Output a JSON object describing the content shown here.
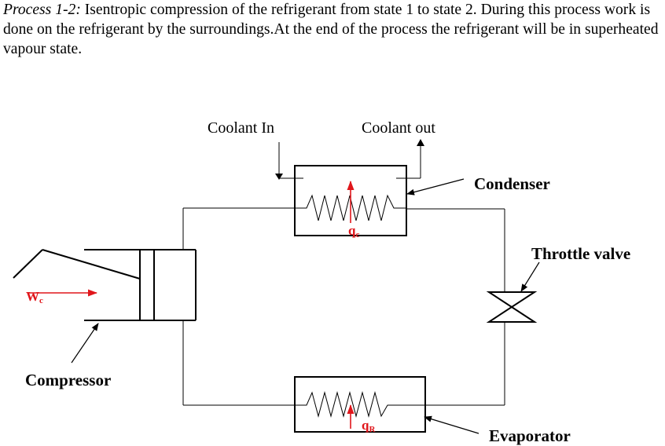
{
  "paragraph": {
    "title": "Process 1-2:",
    "body": " Isentropic compression of the refrigerant from state 1 to state 2. During this process work is done on the refrigerant by the surroundings.At the end of the process the refrigerant will be in superheated vapour state."
  },
  "labels": {
    "coolant_in": "Coolant In",
    "coolant_out": "Coolant out",
    "condenser": "Condenser",
    "throttle_valve": "Throttle valve",
    "compressor": "Compressor",
    "evaporator": "Evaporator"
  },
  "symbols": {
    "work": {
      "main": "W",
      "sub": "c"
    },
    "heat_condenser": {
      "main": "q",
      "sub": "c"
    },
    "heat_evaporator": {
      "main": "q",
      "sub": "R"
    }
  },
  "colors": {
    "line": "#000000",
    "accent": "#e0161b"
  }
}
